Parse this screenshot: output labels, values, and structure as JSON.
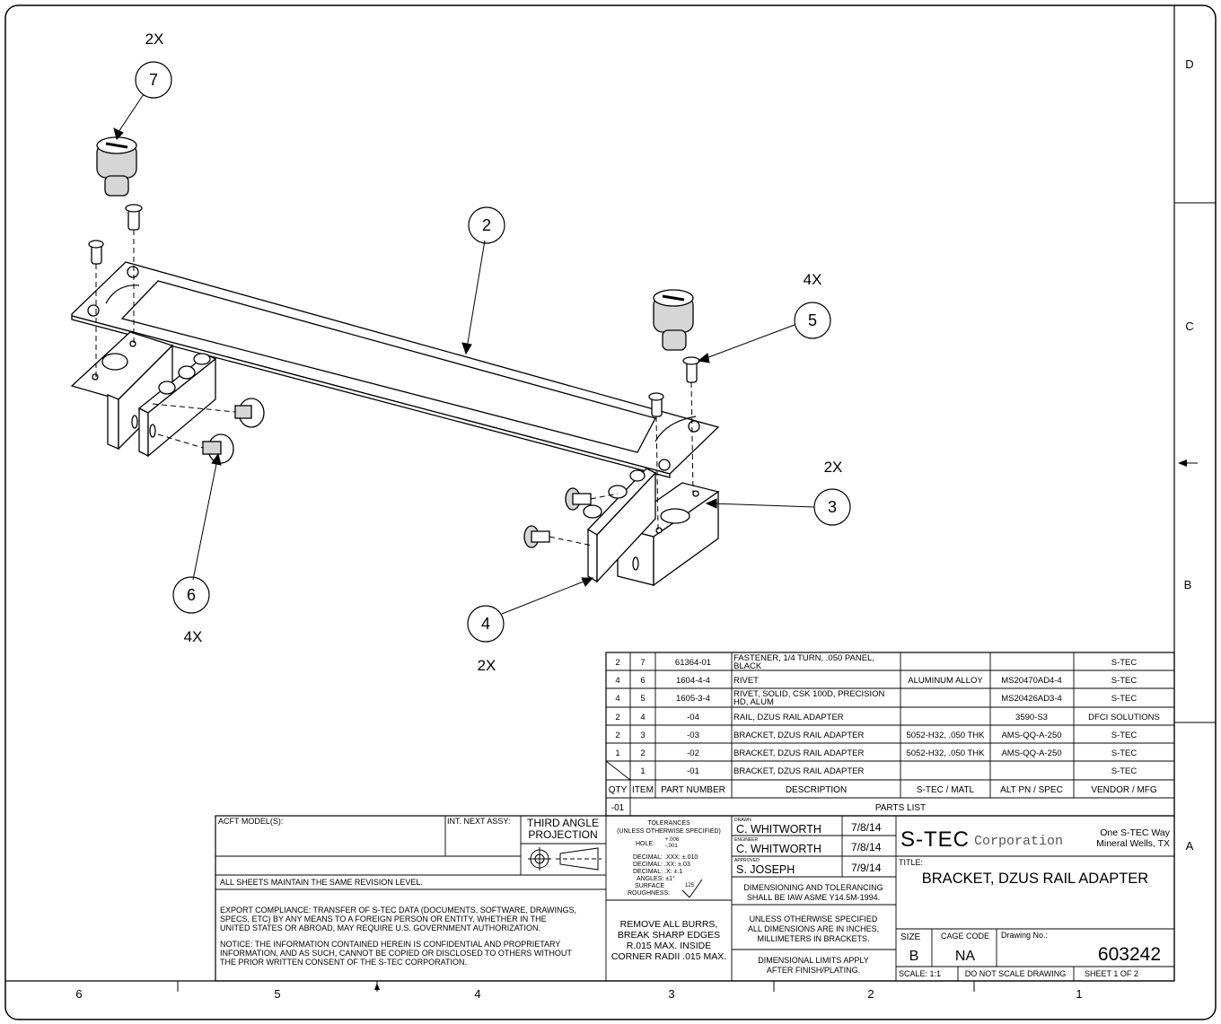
{
  "zones": {
    "bottom": [
      "6",
      "5",
      "4",
      "3",
      "2",
      "1"
    ],
    "right": [
      "D",
      "C",
      "B",
      "A"
    ]
  },
  "balloons": [
    {
      "num": "7",
      "qty": "2X"
    },
    {
      "num": "2",
      "qty": ""
    },
    {
      "num": "5",
      "qty": "4X"
    },
    {
      "num": "3",
      "qty": "2X"
    },
    {
      "num": "6",
      "qty": "4X"
    },
    {
      "num": "4",
      "qty": "2X"
    }
  ],
  "parts_list": {
    "rows": [
      {
        "qty": "2",
        "item": "7",
        "part": "61364-01",
        "desc": "FASTENER, 1/4 TURN, .050 PANEL,",
        "desc2": "BLACK",
        "matl": "",
        "alt": "",
        "vendor": "S-TEC"
      },
      {
        "qty": "4",
        "item": "6",
        "part": "1604-4-4",
        "desc": "RIVET",
        "desc2": "",
        "matl": "ALUMINUM ALLOY",
        "alt": "MS20470AD4-4",
        "vendor": "S-TEC"
      },
      {
        "qty": "4",
        "item": "5",
        "part": "1605-3-4",
        "desc": "RIVET, SOLID, CSK 100D, PRECISION",
        "desc2": "HD, ALUM",
        "matl": "",
        "alt": "MS20426AD3-4",
        "vendor": "S-TEC"
      },
      {
        "qty": "2",
        "item": "4",
        "part": "-04",
        "desc": "RAIL, DZUS RAIL ADAPTER",
        "desc2": "",
        "matl": "",
        "alt": "3590-S3",
        "vendor": "DFCI SOLUTIONS"
      },
      {
        "qty": "2",
        "item": "3",
        "part": "-03",
        "desc": "BRACKET, DZUS RAIL ADAPTER",
        "desc2": "",
        "matl": "5052-H32, .050 THK",
        "alt": "AMS-QQ-A-250",
        "vendor": "S-TEC"
      },
      {
        "qty": "1",
        "item": "2",
        "part": "-02",
        "desc": "BRACKET, DZUS RAIL ADAPTER",
        "desc2": "",
        "matl": "5052-H32, .050 THK",
        "alt": "AMS-QQ-A-250",
        "vendor": "S-TEC"
      },
      {
        "qty": "",
        "item": "1",
        "part": "-01",
        "desc": "BRACKET, DZUS RAIL ADAPTER",
        "desc2": "",
        "matl": "",
        "alt": "",
        "vendor": "S-TEC"
      }
    ],
    "headers": [
      "QTY",
      "ITEM",
      "PART NUMBER",
      "DESCRIPTION",
      "S-TEC / MATL",
      "ALT PN / SPEC",
      "VENDOR / MFG"
    ],
    "dash": "-01",
    "caption": "PARTS LIST"
  },
  "title_block": {
    "acft_model": "ACFT MODEL(S):",
    "next_assy": "INT. NEXT ASSY:",
    "projection": [
      "THIRD ANGLE",
      "PROJECTION"
    ],
    "revision_note": "ALL SHEETS MAINTAIN THE SAME REVISION LEVEL.",
    "export": [
      "EXPORT COMPLIANCE:  TRANSFER OF S-TEC DATA (DOCUMENTS, SOFTWARE, DRAWINGS,",
      "SPECS, ETC) BY ANY MEANS TO A FOREIGN PERSON OR ENTITY, WHETHER IN THE",
      "UNITED STATES OR ABROAD, MAY REQUIRE U.S. GOVERNMENT AUTHORIZATION."
    ],
    "notice": [
      "NOTICE:  THE INFORMATION CONTAINED HEREIN IS CONFIDENTIAL AND PROPRIETARY",
      "INFORMATION, AND AS SUCH, CANNOT BE COPIED OR DISCLOSED TO OTHERS WITHOUT",
      "THE PRIOR WRITTEN CONSENT OF THE S-TEC CORPORATION."
    ],
    "tolerances": {
      "title": "TOLERANCES",
      "sub": "(UNLESS OTHERWISE SPECIFIED)",
      "hole": "HOLE:",
      "hole_plus": "+.006",
      "hole_minus": "-.001",
      "lines": [
        "DECIMAL:  .XXX:  ±.010",
        "DECIMAL:    .XX:  ±.03",
        "DECIMAL:      .X:  ±.1",
        "ANGLES:         ±1°"
      ],
      "surface": "SURFACE",
      "roughness": "ROUGHNESS:",
      "rough_val": "125"
    },
    "burrs": [
      "REMOVE ALL BURRS,",
      "BREAK SHARP EDGES",
      "R.015 MAX.  INSIDE",
      "CORNER RADII .015 MAX."
    ],
    "drawn_label": "DRAWN",
    "drawn": "C. WHITWORTH",
    "drawn_date": "7/8/14",
    "engineer_label": "ENGINEER",
    "engineer": "C. WHITWORTH",
    "engineer_date": "7/8/14",
    "approved_label": "APPROVED",
    "approved": "S. JOSEPH",
    "approved_date": "7/9/14",
    "dim_note": [
      "DIMENSIONING AND TOLERANCING",
      "SHALL BE IAW ASME Y14.5M-1994."
    ],
    "units_note": [
      "UNLESS OTHERWISE SPECIFIED",
      "ALL DIMENSIONS ARE IN INCHES,",
      "MILLIMETERS IN BRACKETS."
    ],
    "limits_note": [
      "DIMENSIONAL LIMITS APPLY",
      "AFTER FINISH/PLATING."
    ],
    "company_logo": "S-TEC",
    "company_word": "Corporation",
    "address": [
      "One S-TEC Way",
      "Mineral Wells, TX"
    ],
    "title_label": "TITLE:",
    "title": "BRACKET, DZUS RAIL ADAPTER",
    "size_label": "SIZE",
    "size": "B",
    "cage_label": "CAGE CODE",
    "cage": "NA",
    "dwg_label": "Drawing No.:",
    "dwg_no": "603242",
    "scale": "SCALE: 1:1",
    "no_scale": "DO NOT SCALE DRAWING",
    "sheet": "SHEET   1 OF 2"
  }
}
